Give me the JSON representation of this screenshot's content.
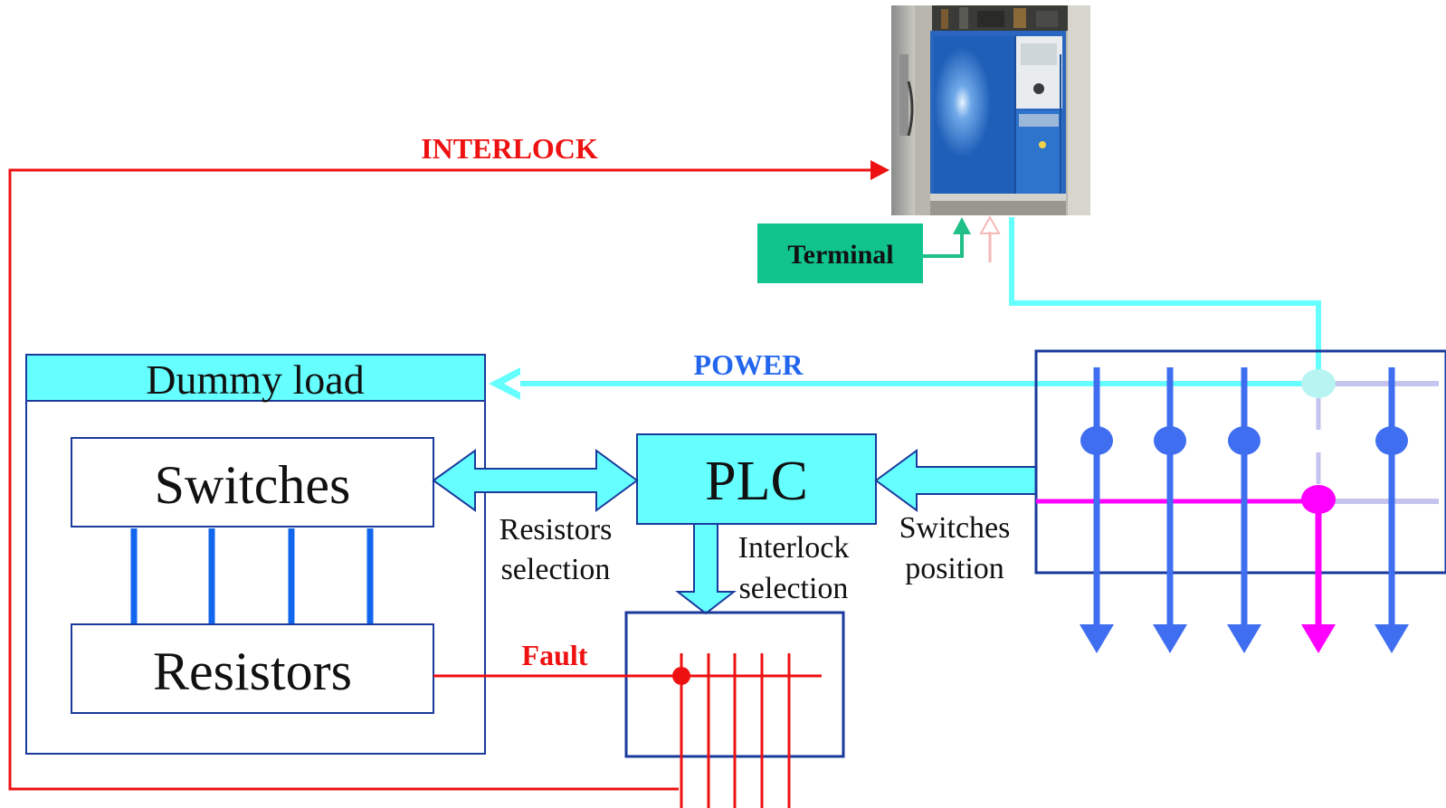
{
  "labels": {
    "interlock": "INTERLOCK",
    "terminal": "Terminal",
    "power": "POWER",
    "dummy_load": "Dummy load",
    "switches": "Switches",
    "resistors": "Resistors",
    "plc": "PLC",
    "resistors_selection_line1": "Resistors",
    "resistors_selection_line2": "selection",
    "interlock_selection_line1": "Interlock",
    "interlock_selection_line2": "selection",
    "switches_position_line1": "Switches",
    "switches_position_line2": "position",
    "fault": "Fault"
  },
  "colors": {
    "interlock": "#ee1111",
    "power_flow": "#66ffff",
    "power_label": "#2266ee",
    "terminal_fill": "#11c48e",
    "box_border": "#1a3a9c",
    "dummy_header": "#66ffff",
    "plc_fill": "#66ffff",
    "switch_line": "#1166ee",
    "distribution_line": "#3f6ef0",
    "selected_path": "#ff00ff",
    "inactive_path": "#c4c4ee",
    "terminal_arrow": "#1fbf86",
    "faint_arrow": "#f7b8b8"
  }
}
